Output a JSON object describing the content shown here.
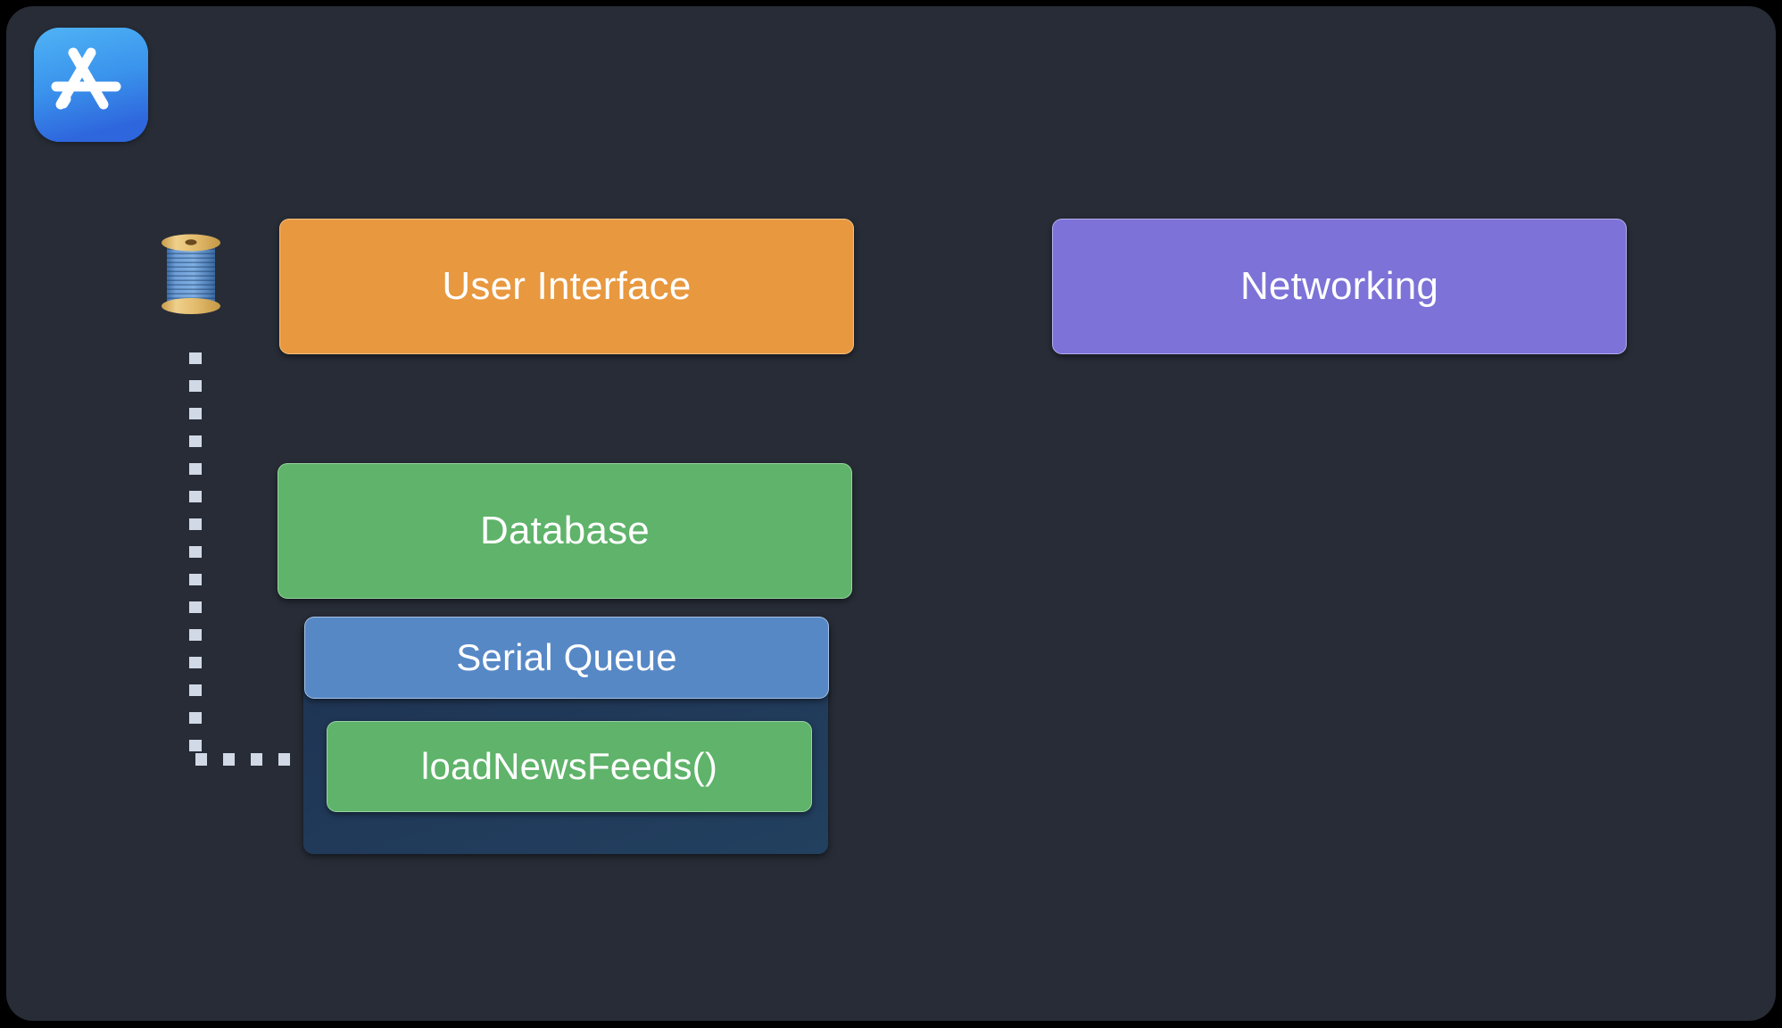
{
  "canvas": {
    "background_color": "#272C36",
    "outer_background_color": "#000000"
  },
  "icons": {
    "app_store": {
      "name": "app-store-icon",
      "label": "App Store",
      "gradient_from": "#49AEF2",
      "gradient_to": "#2F6DE0"
    },
    "thread_spool": {
      "name": "thread-spool-icon",
      "label": "Thread",
      "emoji": "🧵",
      "thread_color": "#6F9FD8",
      "wood_color": "#E2B968"
    }
  },
  "diagram": {
    "type": "block-diagram",
    "title": "Serial Queue dispatch diagram",
    "connector": {
      "name": "thread-dispatch-arrow",
      "style": "dashed",
      "color": "#D2D9E6",
      "from": "thread-spool-icon",
      "to": "loadNewsFeeds()"
    },
    "nodes": [
      {
        "id": "user-interface",
        "label": "User Interface",
        "color": "#E8983F",
        "text_color": "#FFFFFF"
      },
      {
        "id": "networking",
        "label": "Networking",
        "color": "#7C72D7",
        "text_color": "#FFFFFF"
      },
      {
        "id": "database",
        "label": "Database",
        "color": "#5FB36A",
        "text_color": "#FFFFFF"
      },
      {
        "id": "serial-queue",
        "label": "Serial Queue",
        "color": "#5788C6",
        "text_color": "#FFFFFF"
      },
      {
        "id": "load-news-feeds",
        "label": "loadNewsFeeds()",
        "color": "#5FB36A",
        "text_color": "#FFFFFF",
        "container_color": "#213A5A"
      }
    ]
  }
}
